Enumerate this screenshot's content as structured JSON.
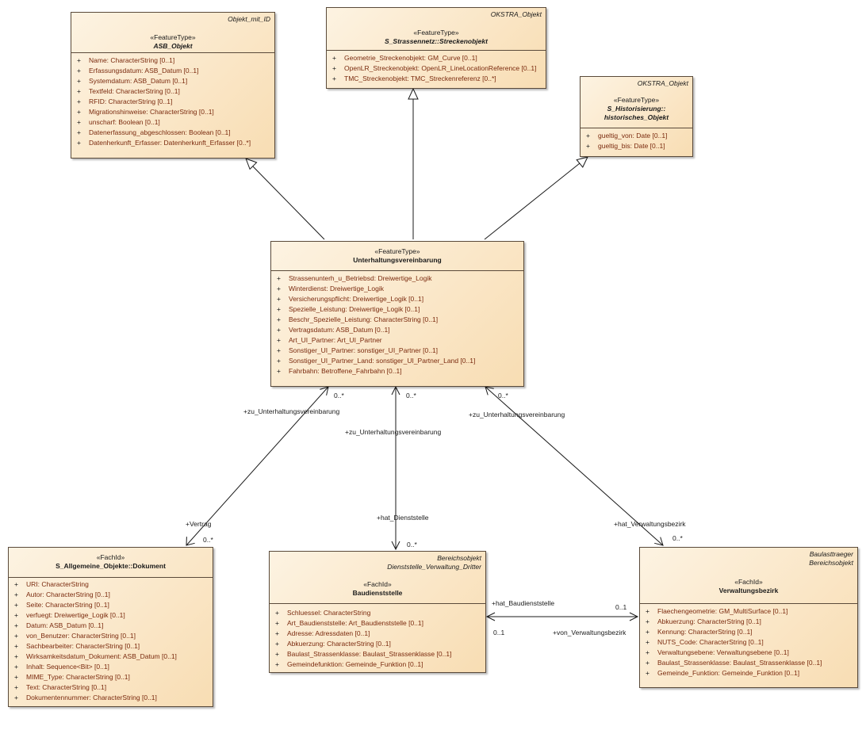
{
  "classes": {
    "asb": {
      "tag": "Objekt_mit_ID",
      "stereotype": "«FeatureType»",
      "name": "ASB_Objekt",
      "attrs": [
        {
          "v": "+",
          "t": "Name: CharacterString [0..1]"
        },
        {
          "v": "+",
          "t": "Erfassungsdatum: ASB_Datum [0..1]"
        },
        {
          "v": "+",
          "t": "Systemdatum: ASB_Datum [0..1]"
        },
        {
          "v": "+",
          "t": "Textfeld: CharacterString [0..1]"
        },
        {
          "v": "+",
          "t": "RFID: CharacterString [0..1]"
        },
        {
          "v": "+",
          "t": "Migrationshinweise: CharacterString [0..1]"
        },
        {
          "v": "+",
          "t": "unscharf: Boolean [0..1]"
        },
        {
          "v": "+",
          "t": "Datenerfassung_abgeschlossen: Boolean [0..1]"
        },
        {
          "v": "+",
          "t": "Datenherkunft_Erfasser: Datenherkunft_Erfasser [0..*]"
        }
      ]
    },
    "strecke": {
      "tag": "OKSTRA_Objekt",
      "stereotype": "«FeatureType»",
      "name": "S_Strassennetz::Streckenobjekt",
      "attrs": [
        {
          "v": "+",
          "t": "Geometrie_Streckenobjekt: GM_Curve [0..1]"
        },
        {
          "v": "+",
          "t": "OpenLR_Streckenobjekt: OpenLR_LineLocationReference [0..1]"
        },
        {
          "v": "+",
          "t": "TMC_Streckenobjekt: TMC_Streckenreferenz [0..*]"
        }
      ]
    },
    "hist": {
      "tag": "OKSTRA_Objekt",
      "stereotype": "«FeatureType»",
      "name1": "S_Historisierung::",
      "name2": "historisches_Objekt",
      "attrs": [
        {
          "v": "+",
          "t": "gueltig_von: Date [0..1]"
        },
        {
          "v": "+",
          "t": "gueltig_bis: Date [0..1]"
        }
      ]
    },
    "uv": {
      "stereotype": "«FeatureType»",
      "name": "Unterhaltungsvereinbarung",
      "attrs": [
        {
          "v": "+",
          "t": "Strassenunterh_u_Betriebsd: Dreiwertige_Logik"
        },
        {
          "v": "+",
          "t": "Winterdienst: Dreiwertige_Logik"
        },
        {
          "v": "+",
          "t": "Versicherungspflicht: Dreiwertige_Logik [0..1]"
        },
        {
          "v": "+",
          "t": "Spezielle_Leistung: Dreiwertige_Logik [0..1]"
        },
        {
          "v": "+",
          "t": "Beschr_Spezielle_Leistung: CharacterString [0..1]"
        },
        {
          "v": "+",
          "t": "Vertragsdatum: ASB_Datum [0..1]"
        },
        {
          "v": "+",
          "t": "Art_UI_Partner: Art_UI_Partner"
        },
        {
          "v": "+",
          "t": "Sonstiger_UI_Partner: sonstiger_UI_Partner [0..1]"
        },
        {
          "v": "+",
          "t": "Sonstiger_UI_Partner_Land: sonstiger_UI_Partner_Land [0..1]"
        },
        {
          "v": "+",
          "t": "Fahrbahn: Betroffene_Fahrbahn [0..1]"
        }
      ]
    },
    "dok": {
      "stereotype": "«FachId»",
      "name": "S_Allgemeine_Objekte::Dokument",
      "attrs": [
        {
          "v": "+",
          "t": "URI: CharacterString"
        },
        {
          "v": "+",
          "t": "Autor: CharacterString [0..1]"
        },
        {
          "v": "+",
          "t": "Seite: CharacterString [0..1]"
        },
        {
          "v": "+",
          "t": "verfuegt: Dreiwertige_Logik [0..1]"
        },
        {
          "v": "+",
          "t": "Datum: ASB_Datum [0..1]"
        },
        {
          "v": "+",
          "t": "von_Benutzer: CharacterString [0..1]"
        },
        {
          "v": "+",
          "t": "Sachbearbeiter: CharacterString [0..1]"
        },
        {
          "v": "+",
          "t": "Wirksamkeitsdatum_Dokument: ASB_Datum [0..1]"
        },
        {
          "v": "+",
          "t": "Inhalt: Sequence<Bit> [0..1]"
        },
        {
          "v": "+",
          "t": "MIME_Type: CharacterString [0..1]"
        },
        {
          "v": "+",
          "t": "Text: CharacterString [0..1]"
        },
        {
          "v": "+",
          "t": "Dokumentennummer: CharacterString [0..1]"
        }
      ]
    },
    "bd": {
      "tag1": "Bereichsobjekt",
      "tag2": "Dienststelle_Verwaltung_Dritter",
      "stereotype": "«FachId»",
      "name": "Baudienststelle",
      "attrs": [
        {
          "v": "+",
          "t": "Schluessel: CharacterString"
        },
        {
          "v": "+",
          "t": "Art_Baudienststelle: Art_Baudienststelle [0..1]"
        },
        {
          "v": "+",
          "t": "Adresse: Adressdaten [0..1]"
        },
        {
          "v": "+",
          "t": "Abkuerzung: CharacterString [0..1]"
        },
        {
          "v": "+",
          "t": "Baulast_Strassenklasse: Baulast_Strassenklasse [0..1]"
        },
        {
          "v": "+",
          "t": "Gemeindefunktion: Gemeinde_Funktion [0..1]"
        }
      ]
    },
    "vb": {
      "tag1": "Baulasttraeger",
      "tag2": "Bereichsobjekt",
      "stereotype": "«FachId»",
      "name": "Verwaltungsbezirk",
      "attrs": [
        {
          "v": "+",
          "t": "Flaechengeometrie: GM_MultiSurface [0..1]"
        },
        {
          "v": "+",
          "t": "Abkuerzung: CharacterString [0..1]"
        },
        {
          "v": "+",
          "t": "Kennung: CharacterString [0..1]"
        },
        {
          "v": "+",
          "t": "NUTS_Code: CharacterString [0..1]"
        },
        {
          "v": "+",
          "t": "Verwaltungsebene: Verwaltungsebene [0..1]"
        },
        {
          "v": "+",
          "t": "Baulast_Strassenklasse: Baulast_Strassenklasse [0..1]"
        },
        {
          "v": "+",
          "t": "Gemeinde_Funktion: Gemeinde_Funktion [0..1]"
        }
      ]
    }
  },
  "labels": {
    "zu1": "+zu_Unterhaltungsvereinbarung",
    "zu2": "+zu_Unterhaltungsvereinbarung",
    "zu3": "+zu_Unterhaltungsvereinbarung",
    "m1": "0..*",
    "m2": "0..*",
    "m3": "0..*",
    "vertrag": "+Vertrag",
    "m_dok": "0..*",
    "hat_dienst": "+hat_Dienststelle",
    "m_bd": "0..*",
    "hat_verw": "+hat_Verwaltungsbezirk",
    "m_vb": "0..*",
    "hat_baud": "+hat_Baudienststelle",
    "m_bd_vb": "0..1",
    "m_vb_bd": "0..1",
    "von_verw": "+von_Verwaltungsbezirk"
  }
}
